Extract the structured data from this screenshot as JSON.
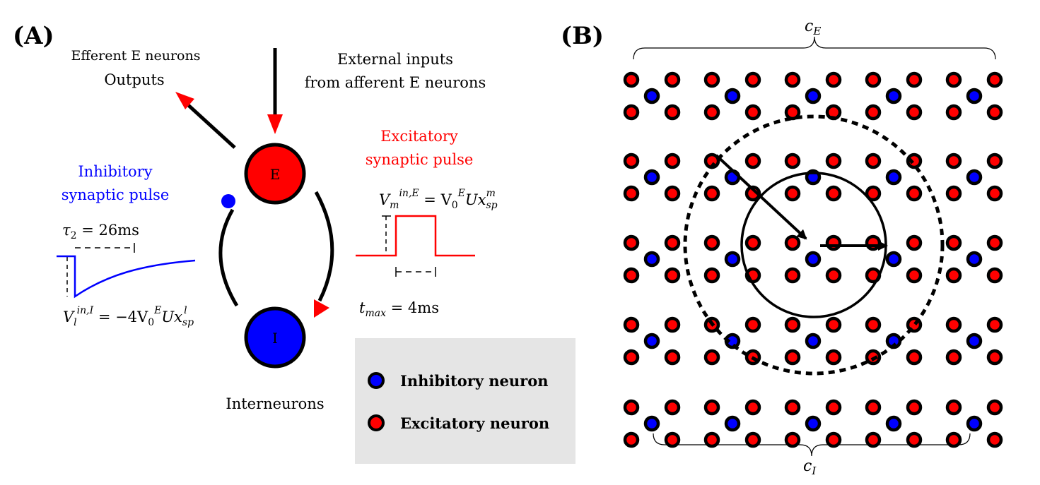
{
  "panel_a": {
    "label": "(A)",
    "efferent_line1": "Efferent E neurons",
    "efferent_line2": "Outputs",
    "external_line1": "External inputs",
    "external_line2": "from afferent E neurons",
    "e_node": "E",
    "i_node": "I",
    "interneurons": "Interneurons",
    "inhib_line1": "Inhibitory",
    "inhib_line2": "synaptic pulse",
    "excit_line1": "Excitatory",
    "excit_line2": "synaptic pulse",
    "tau_sym": "τ",
    "tau_sub": "2",
    "tau_rest": " = 26ms",
    "vi_v": "V",
    "vi_sub": "l",
    "vi_sup": "in,I",
    "vi_eq": " = −4V",
    "vi_sub0": "0",
    "vi_supE": "E",
    "vi_ux": "Ux",
    "vi_sub2": "sp",
    "vi_sup2": "l",
    "ve_v": "V",
    "ve_sub": "m",
    "ve_sup": "in,E",
    "ve_eq": " = V",
    "ve_sub0": "0",
    "ve_supE": "E",
    "ve_ux": "Ux",
    "ve_sub2": "sp",
    "ve_sup2": "m",
    "tmax_t": "t",
    "tmax_sub": "max",
    "tmax_rest": " = 4ms",
    "colors": {
      "excitatory": "#ff0000",
      "inhibitory": "#0000ff",
      "legend_bg": "#e5e5e5"
    }
  },
  "legend": {
    "inhibitory": "Inhibitory neuron",
    "excitatory": "Excitatory neuron"
  },
  "panel_b": {
    "label": "(B)",
    "top_brace_c": "c",
    "top_brace_sub": "E",
    "bottom_brace_c": "c",
    "bottom_brace_sub": "I"
  }
}
